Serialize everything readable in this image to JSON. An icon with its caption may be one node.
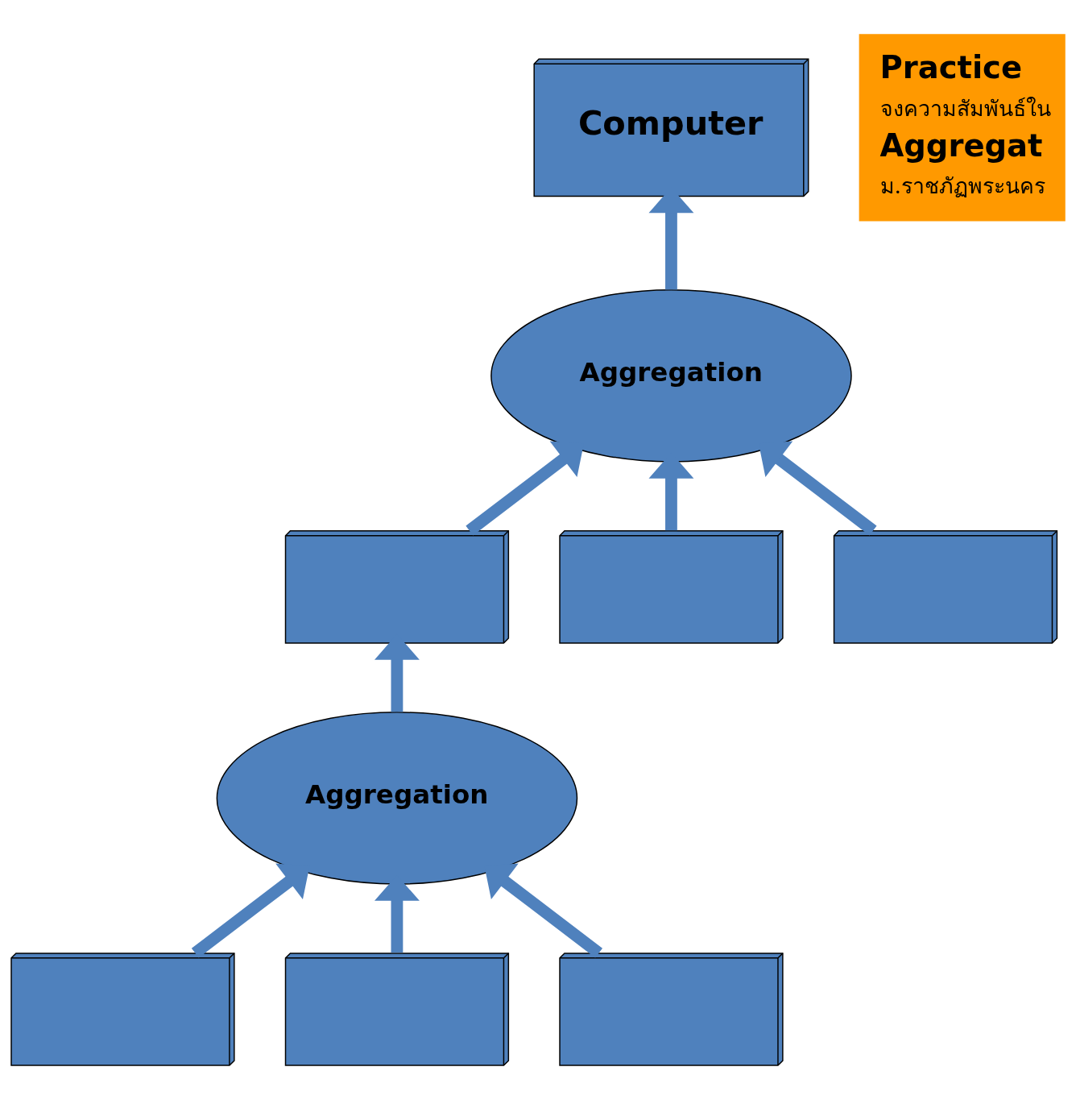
{
  "diagram": {
    "nodes": [
      {
        "text": [
          "Computer"
        ]
      },
      {
        "text": [
          "Aggregation"
        ]
      },
      {
        "text": [],
        "shape": "box"
      },
      {
        "text": [],
        "shape": "box"
      },
      {
        "text": [],
        "shape": "box"
      },
      {
        "text": [
          "Aggregation"
        ]
      },
      {
        "text": [],
        "shape": "box"
      },
      {
        "text": [],
        "shape": "box"
      },
      {
        "text": [],
        "shape": "box"
      },
      {
        "text": [
          "Practice",
          "จงความสัมพันธ์ใน",
          "Aggregat",
          "ม.ราชภัฏพระนคร"
        ]
      }
    ],
    "edges": [
      {
        "from": 1,
        "to": 0,
        "arrow": "to"
      },
      {
        "from": 2,
        "to": 1,
        "arrow": "to"
      },
      {
        "from": 3,
        "to": 1,
        "arrow": "to"
      },
      {
        "from": 4,
        "to": 1,
        "arrow": "to"
      },
      {
        "from": 5,
        "to": 2,
        "arrow": "to"
      },
      {
        "from": 6,
        "to": 5,
        "arrow": "to"
      },
      {
        "from": 7,
        "to": 5,
        "arrow": "to"
      },
      {
        "from": 8,
        "to": 5,
        "arrow": "to"
      }
    ]
  }
}
